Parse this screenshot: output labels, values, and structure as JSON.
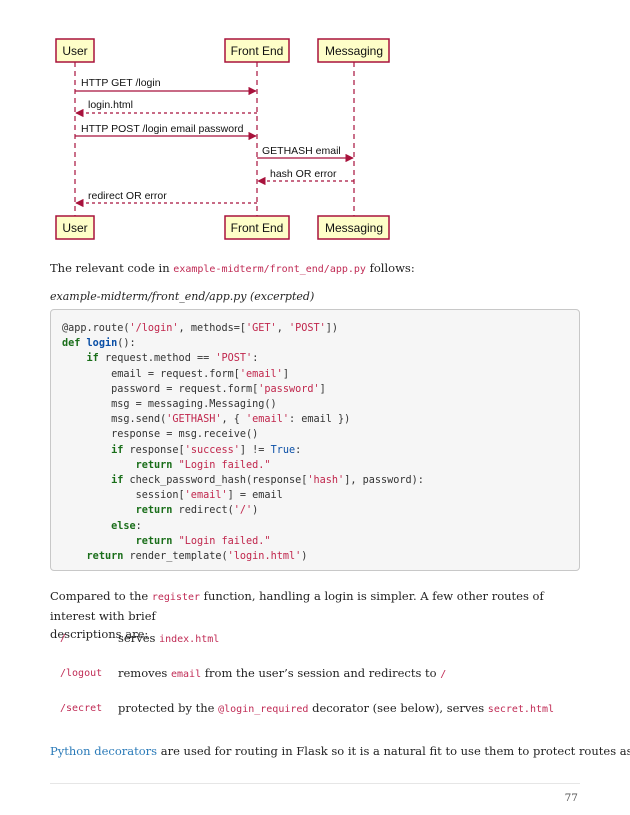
{
  "diagram": {
    "participants": [
      "User",
      "Front End",
      "Messaging"
    ],
    "messages": [
      {
        "label": "HTTP GET /login",
        "from": "User",
        "to": "Front End",
        "style": "solid"
      },
      {
        "label": "login.html",
        "from": "Front End",
        "to": "User",
        "style": "dashed"
      },
      {
        "label": "HTTP POST /login email password",
        "from": "User",
        "to": "Front End",
        "style": "solid"
      },
      {
        "label": "GETHASH email",
        "from": "Front End",
        "to": "Messaging",
        "style": "solid"
      },
      {
        "label": "hash OR error",
        "from": "Messaging",
        "to": "Front End",
        "style": "dashed"
      },
      {
        "label": "redirect OR error",
        "from": "Front End",
        "to": "User",
        "style": "dashed"
      }
    ],
    "colors": {
      "accent": "#a8123c",
      "box_fill": "#fefec8",
      "box_border": "#a8123c"
    }
  },
  "intro": {
    "before": "The relevant code in ",
    "path": "example-midterm/front_end/app.py",
    "after": " follows:"
  },
  "caption": "example-midterm/front_end/app.py (excerpted)",
  "code_lines": [
    "@app.route('/login', methods=['GET', 'POST'])",
    "def login():",
    "    if request.method == 'POST':",
    "        email = request.form['email']",
    "        password = request.form['password']",
    "        msg = messaging.Messaging()",
    "        msg.send('GETHASH', { 'email': email })",
    "        response = msg.receive()",
    "        if response['success'] != True:",
    "            return \"Login failed.\"",
    "        if check_password_hash(response['hash'], password):",
    "            session['email'] = email",
    "            return redirect('/')",
    "        else:",
    "            return \"Login failed.\"",
    "    return render_template('login.html')"
  ],
  "para2": {
    "t1": "Compared to the ",
    "code": "register",
    "t2": " function, handling a login is simpler. A few other routes of interest with brief",
    "line2": "descriptions are:"
  },
  "routes": [
    {
      "term": "/",
      "desc": [
        {
          "t": "serves ",
          "c": false
        },
        {
          "t": "index.html",
          "c": true
        }
      ]
    },
    {
      "term": "/logout",
      "desc": [
        {
          "t": "removes ",
          "c": false
        },
        {
          "t": "email",
          "c": true
        },
        {
          "t": " from the user’s session and redirects to ",
          "c": false
        },
        {
          "t": "/",
          "c": true
        }
      ]
    },
    {
      "term": "/secret",
      "desc": [
        {
          "t": "protected by the ",
          "c": false
        },
        {
          "t": "@login_required",
          "c": true
        },
        {
          "t": " decorator (see below), serves ",
          "c": false
        },
        {
          "t": "secret.html",
          "c": true
        }
      ]
    }
  ],
  "final": {
    "link": "Python decorators",
    "rest": " are used for routing in Flask so it is a natural fit to use them to protect routes as"
  },
  "page_number": "77"
}
